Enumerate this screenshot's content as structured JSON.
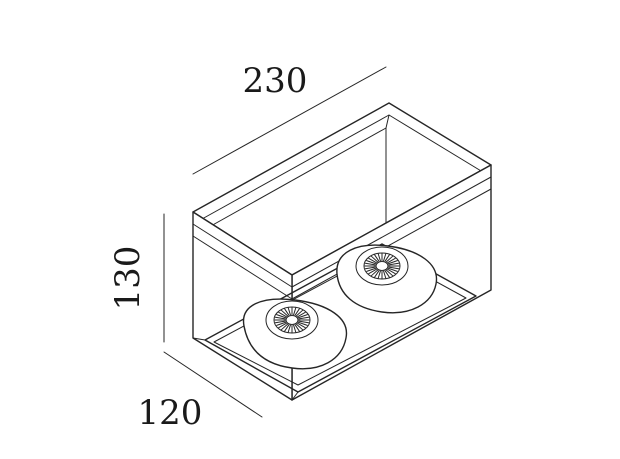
{
  "dimensions": {
    "length": "230",
    "height": "130",
    "depth": "120"
  },
  "colors": {
    "line": "#262626",
    "background": "#ffffff"
  }
}
